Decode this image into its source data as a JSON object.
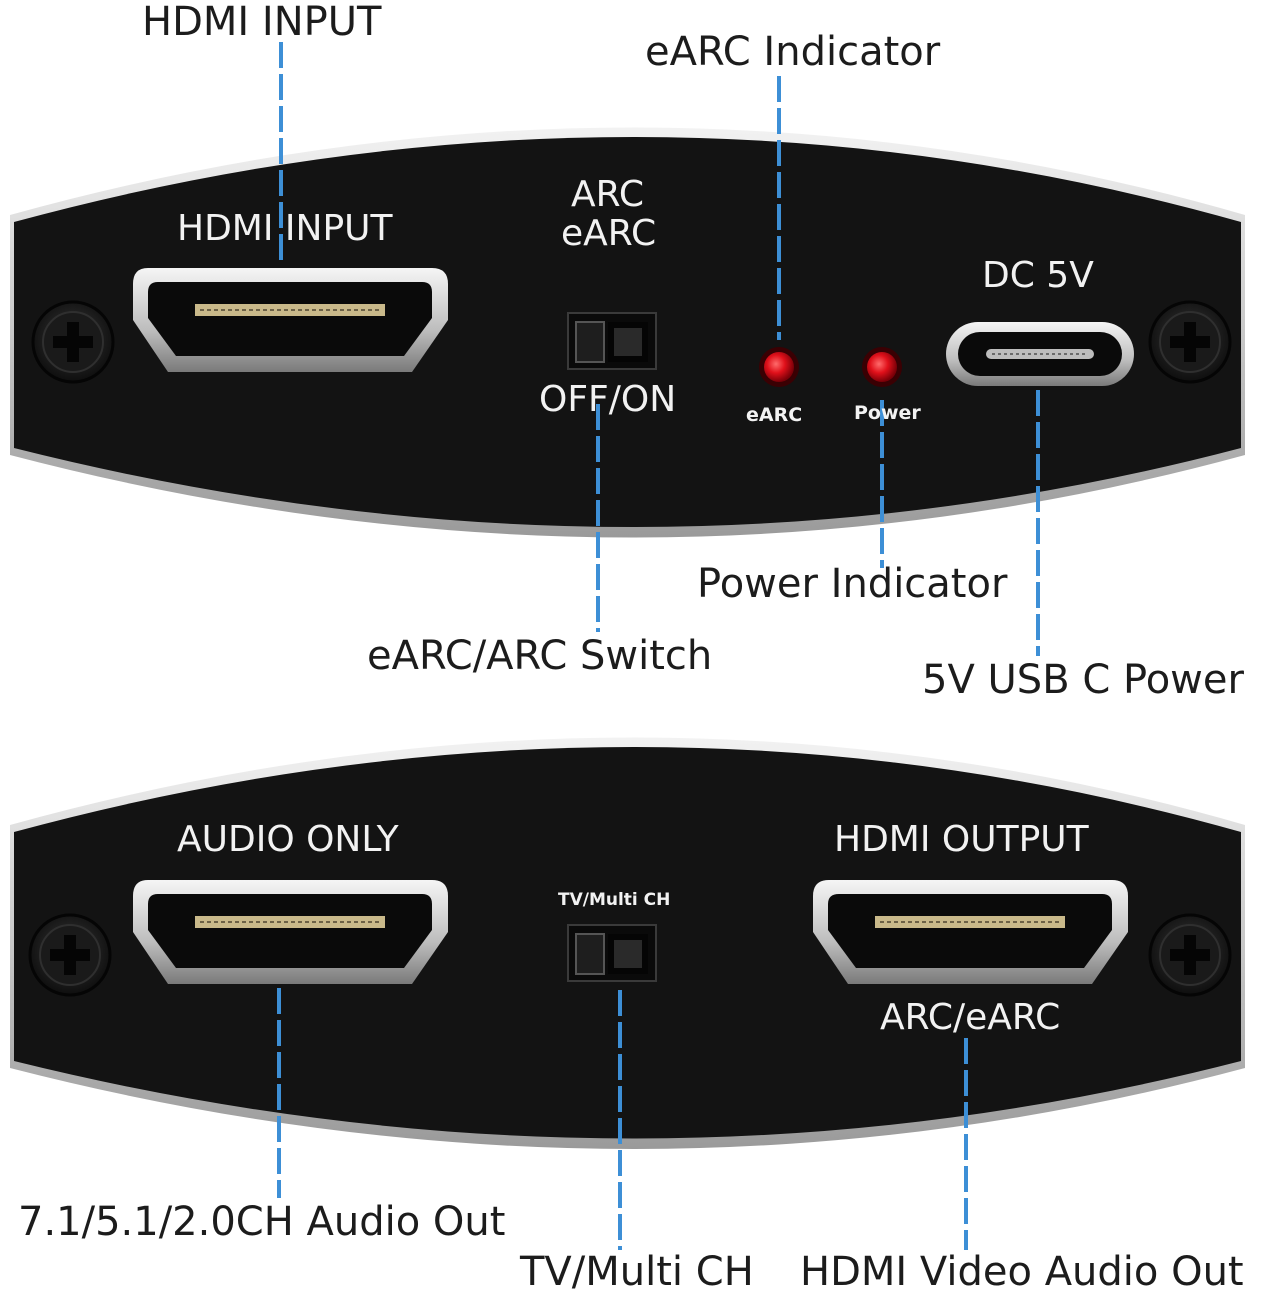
{
  "callouts": {
    "hdmi_input": "HDMI INPUT",
    "earc_indicator": "eARC Indicator",
    "power_indicator": "Power Indicator",
    "earc_arc_switch": "eARC/ARC Switch",
    "usb_c_power": "5V USB C Power",
    "audio_out": "7.1/5.1/2.0CH Audio Out",
    "tv_multi_ch": "TV/Multi CH",
    "hdmi_video_audio_out": "HDMI Video Audio Out"
  },
  "top_panel": {
    "hdmi_input_label": "HDMI INPUT",
    "switch_label_line1": "ARC",
    "switch_label_line2": "eARC",
    "switch_state_label": "OFF/ON",
    "earc_led_label": "eARC",
    "power_led_label": "Power",
    "dc_label": "DC 5V"
  },
  "bottom_panel": {
    "audio_only_label": "AUDIO ONLY",
    "switch_label": "TV/Multi CH",
    "hdmi_output_label": "HDMI OUTPUT",
    "arc_earc_label": "ARC/eARC"
  },
  "colors": {
    "panel": "#121212",
    "panel_edge": "#d9d9d9",
    "callout_line": "#3d8fd6",
    "led": "#e0101a",
    "port_metal": "#c9c9c9"
  },
  "icons": [
    "screw-icon",
    "hdmi-port-icon",
    "usb-c-port-icon",
    "toggle-switch-icon",
    "led-icon"
  ]
}
